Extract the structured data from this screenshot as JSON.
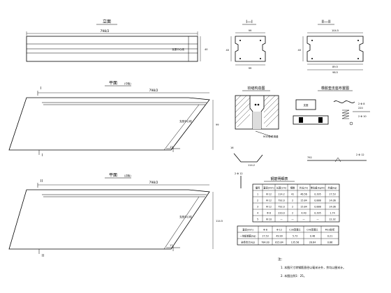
{
  "titles": {
    "elevation": "立面",
    "section1": "I—I",
    "section2": "II—II",
    "plan1": "平面",
    "plan1_note": "(中板)",
    "plan2": "平面",
    "plan2_note": "(边板)",
    "joint": "铰缝构造图",
    "pads": "橡胶垫支座布置图",
    "rebar_table": "钢筋明细表"
  },
  "labels": {
    "elevation_length": "798/2",
    "elevation_center": "支座中心线",
    "plan_center": "支座中心线",
    "plan1_length": "798/2",
    "plan2_length": "798/2",
    "sec_I": "I",
    "sec_II": "II",
    "sec1_top": "99",
    "sec1_bot": "99",
    "sec1_h": "40",
    "sec2_top": "104.5",
    "sec2_mid": "89.5",
    "sec2_bot": "98.5",
    "sec2_h": "40",
    "joint_note": "M10砂浆填缝",
    "joint_left": "16",
    "joint_right": "114.2",
    "rebar2_len": "792",
    "rebar2_count": "2 Φ 12",
    "angle_mark": "17",
    "pad_label": "支座",
    "pad_d1": "2 Φ 8",
    "pad_d2": "220",
    "pad_d3": "2 Φ 10"
  },
  "table": {
    "headers": [
      "编号",
      "直径(mm)",
      "长度(cm)",
      "根数",
      "共长(m)",
      "单位重(kg/m)",
      "共重(kg)"
    ],
    "rows": [
      [
        "1",
        "Φ 12",
        "114.2",
        "41",
        "46.56",
        "0.395",
        "17.53"
      ],
      [
        "2",
        "Φ 12",
        "792.0",
        "2",
        "15.84",
        "0.888",
        "14.06"
      ],
      [
        "3",
        "Φ 12",
        "792.0",
        "2",
        "15.84",
        "0.888",
        "14.06"
      ],
      [
        "4",
        "Φ 8",
        "220.0",
        "2",
        "4.40",
        "0.395",
        "1.74"
      ],
      [
        "5",
        "Φ 10",
        "—",
        "—",
        "—",
        "—",
        "12.32"
      ]
    ],
    "sum_headers": [
      "直径(mm)",
      "Φ 8",
      "Φ 12",
      "C30混凝土",
      "C40混凝土",
      "M10砂浆"
    ],
    "sum_rows": [
      [
        "一块板钢筋(kg)",
        "17.53",
        "49.99",
        "5.73",
        "0.46",
        "0.21"
      ],
      [
        "全桥合计(kg)",
        "784.00",
        "615.84",
        "135.56",
        "28.64",
        "0.86"
      ]
    ]
  },
  "notes": {
    "head": "注：",
    "n1": "1. 本图尺寸除钢筋直径以毫米计外，余均以厘米计。",
    "n2": "2. 本图比例1：25。"
  }
}
